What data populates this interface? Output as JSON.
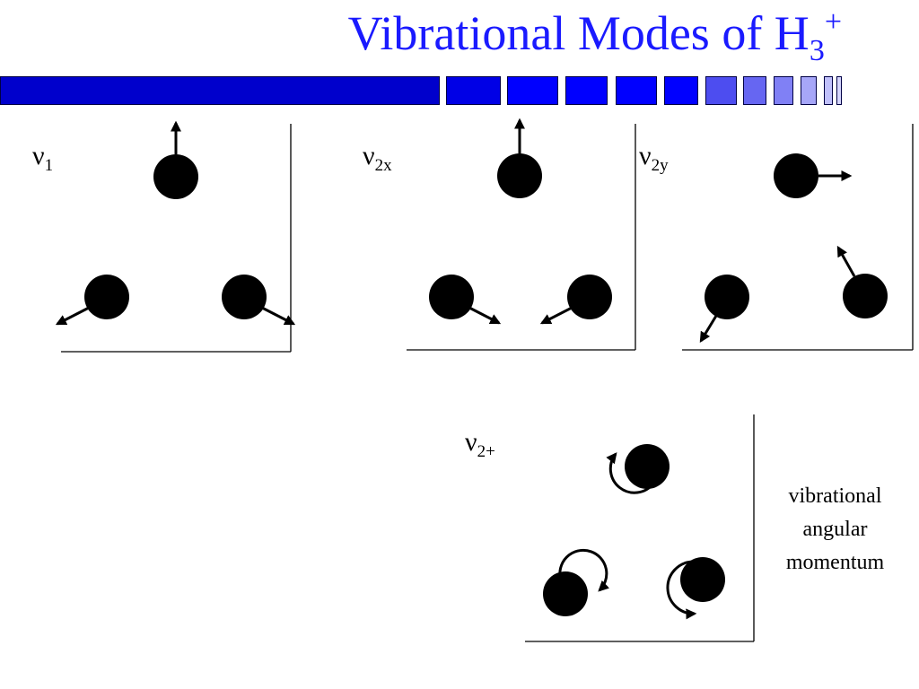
{
  "slide": {
    "title_main": "Vibrational Modes of H",
    "title_sub": "3",
    "title_sup": "+",
    "title_color": "#1a1aff"
  },
  "decor_bar": {
    "colors": [
      "#0000cc",
      "#0000e6",
      "#0000ff",
      "#0000ff",
      "#0000ff",
      "#0000ff",
      "#4d4df0",
      "#6666f2",
      "#8080f5",
      "#a6a6f8",
      "#c0c0fb",
      "#d6d6fd"
    ]
  },
  "modes": {
    "nu1": {
      "symbol": "ν",
      "subscript": "1"
    },
    "nu2x": {
      "symbol": "ν",
      "subscript": "2x"
    },
    "nu2y": {
      "symbol": "ν",
      "subscript": "2y"
    },
    "nu2plus": {
      "symbol": "ν",
      "subscript": "2+"
    }
  },
  "caption": {
    "line1": "vibrational",
    "line2": "angular",
    "line3": "momentum"
  }
}
